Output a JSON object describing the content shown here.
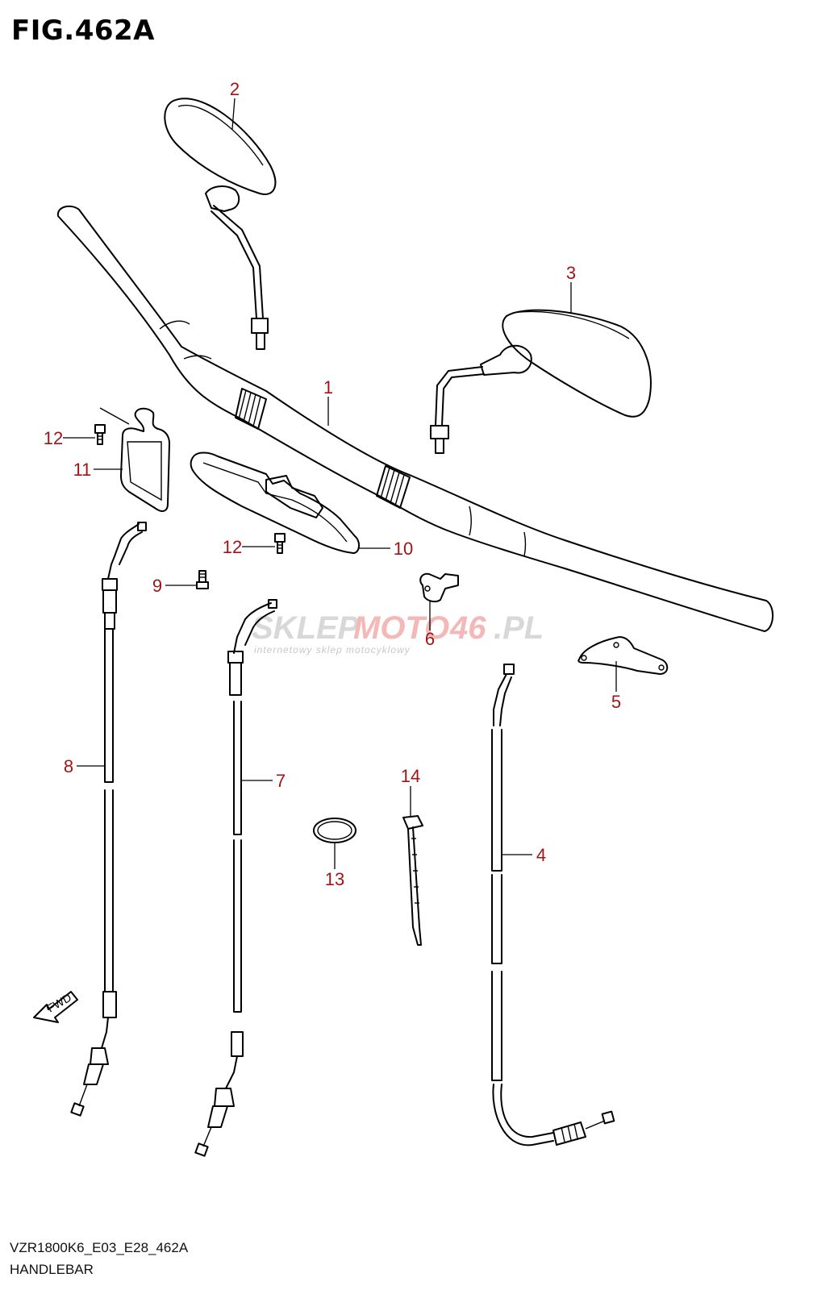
{
  "figure": {
    "title": "FIG.462A",
    "code": "VZR1800K6_E03_E28_462A",
    "name": "HANDLEBAR"
  },
  "watermark": {
    "brand_part1": "SKLEP",
    "brand_part2": "MOTO",
    "brand_number": "46",
    "brand_suffix": ".PL",
    "tagline": "internetowy sklep motocyklowy"
  },
  "fwd_label": "FWD",
  "callouts": {
    "c1": "1",
    "c2": "2",
    "c3": "3",
    "c4": "4",
    "c5": "5",
    "c6": "6",
    "c7": "7",
    "c8": "8",
    "c9": "9",
    "c10": "10",
    "c11": "11",
    "c12a": "12",
    "c12b": "12",
    "c13": "13",
    "c14": "14"
  },
  "colors": {
    "callout": "#9e1414",
    "line": "#000000",
    "background": "#ffffff"
  }
}
